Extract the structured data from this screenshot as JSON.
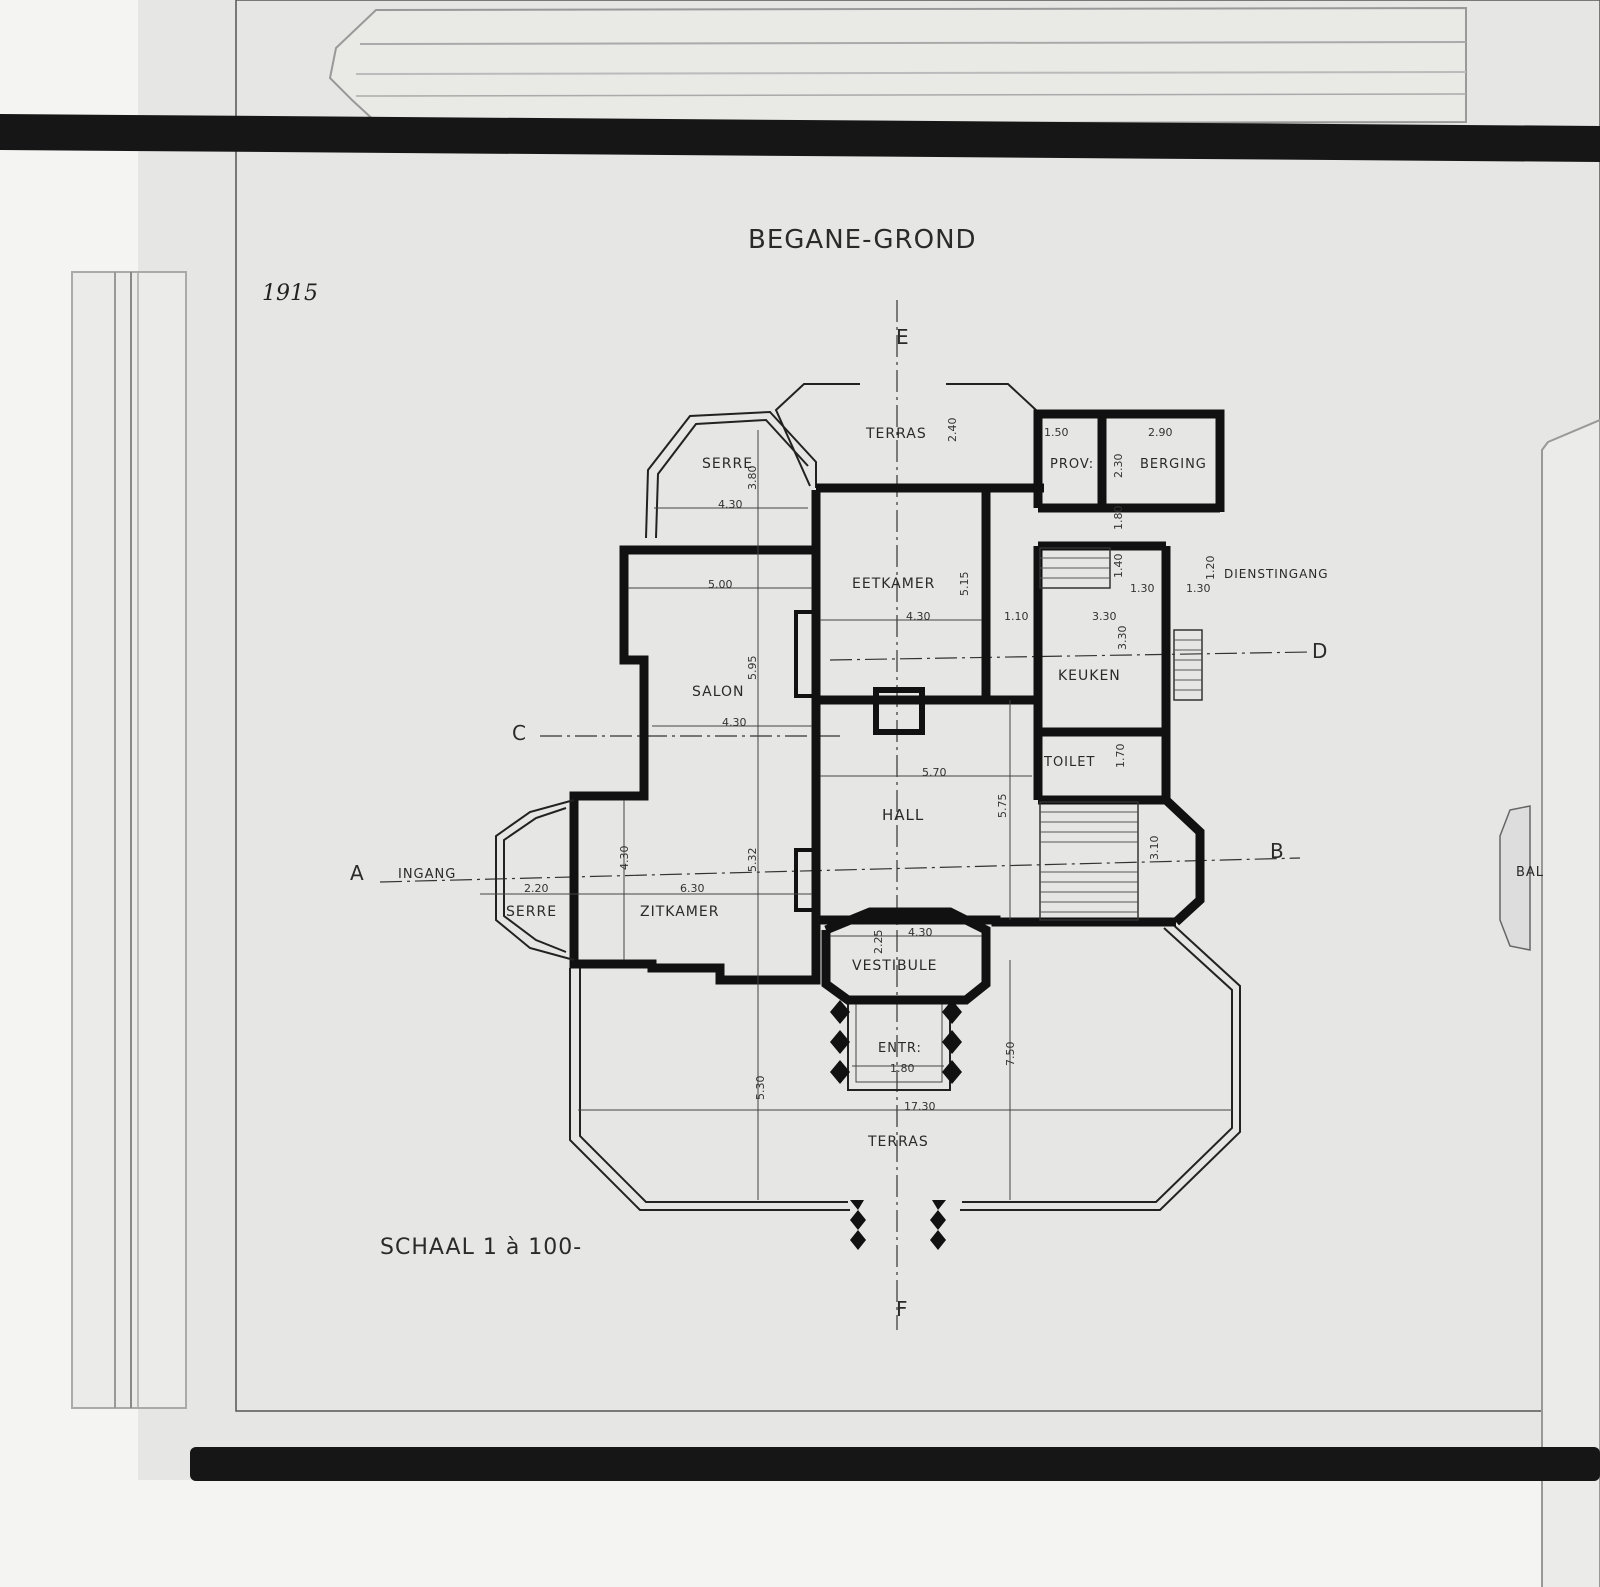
{
  "drawing": {
    "title": "BEGANE-GROND",
    "year": "1915",
    "scale": "SCHAAL 1 à 100-"
  },
  "section_markers": {
    "a": "A",
    "b": "B",
    "c": "C",
    "d": "D",
    "e": "E",
    "f": "F"
  },
  "rooms": {
    "terras_north": "TERRAS",
    "serre_north": "SERRE",
    "prov": "PROV:",
    "berging": "BERGING",
    "dienstingang": "DIENSTINGANG",
    "eetkamer": "EETKAMER",
    "salon": "SALON",
    "keuken": "KEUKEN",
    "toilet": "TOILET",
    "hall": "HALL",
    "ingang": "INGANG",
    "serre_west": "SERRE",
    "zitkamer": "ZITKAMER",
    "vestibule": "VESTIBULE",
    "entr": "ENTR:",
    "terras_south": "TERRAS",
    "balcony_partial": "BAL"
  },
  "dimensions": {
    "terras_depth": "2.40",
    "prov_width": "1.50",
    "berging_width": "2.90",
    "berging_depth": "2.30",
    "serre_width": "4.30",
    "serre_depth": "3.80",
    "salon_width_top": "5.00",
    "eetkamer_depth": "5.15",
    "eetkamer_width": "4.30",
    "passage_width": "1.10",
    "keuken_width": "3.30",
    "keuken_depth": "3.30",
    "stair_1": "1.80",
    "stair_2": "1.40",
    "stair_3": "1.30",
    "dienst_1": "1.30",
    "dienst_2": "1.20",
    "salon_depth": "5.95",
    "salon_width": "4.30",
    "hall_width": "5.70",
    "hall_depth": "5.75",
    "toilet_depth": "1.70",
    "tower_radius": "3.10",
    "zitkamer_depth": "4.30",
    "zitkamer_depth_2": "5.32",
    "ingang_width": "2.20",
    "zitkamer_width": "6.30",
    "vestibule_depth": "2.25",
    "vestibule_width": "4.30",
    "entr_width": "1.80",
    "terras_south_depth_left": "5.30",
    "terras_south_depth_right": "7.50",
    "terras_south_width": "17.30"
  },
  "colors": {
    "paper": "#e6e6e4",
    "ink": "#111111",
    "background": "#f4f4f2",
    "frame": "#161616",
    "molding": "#e9e9e6"
  }
}
